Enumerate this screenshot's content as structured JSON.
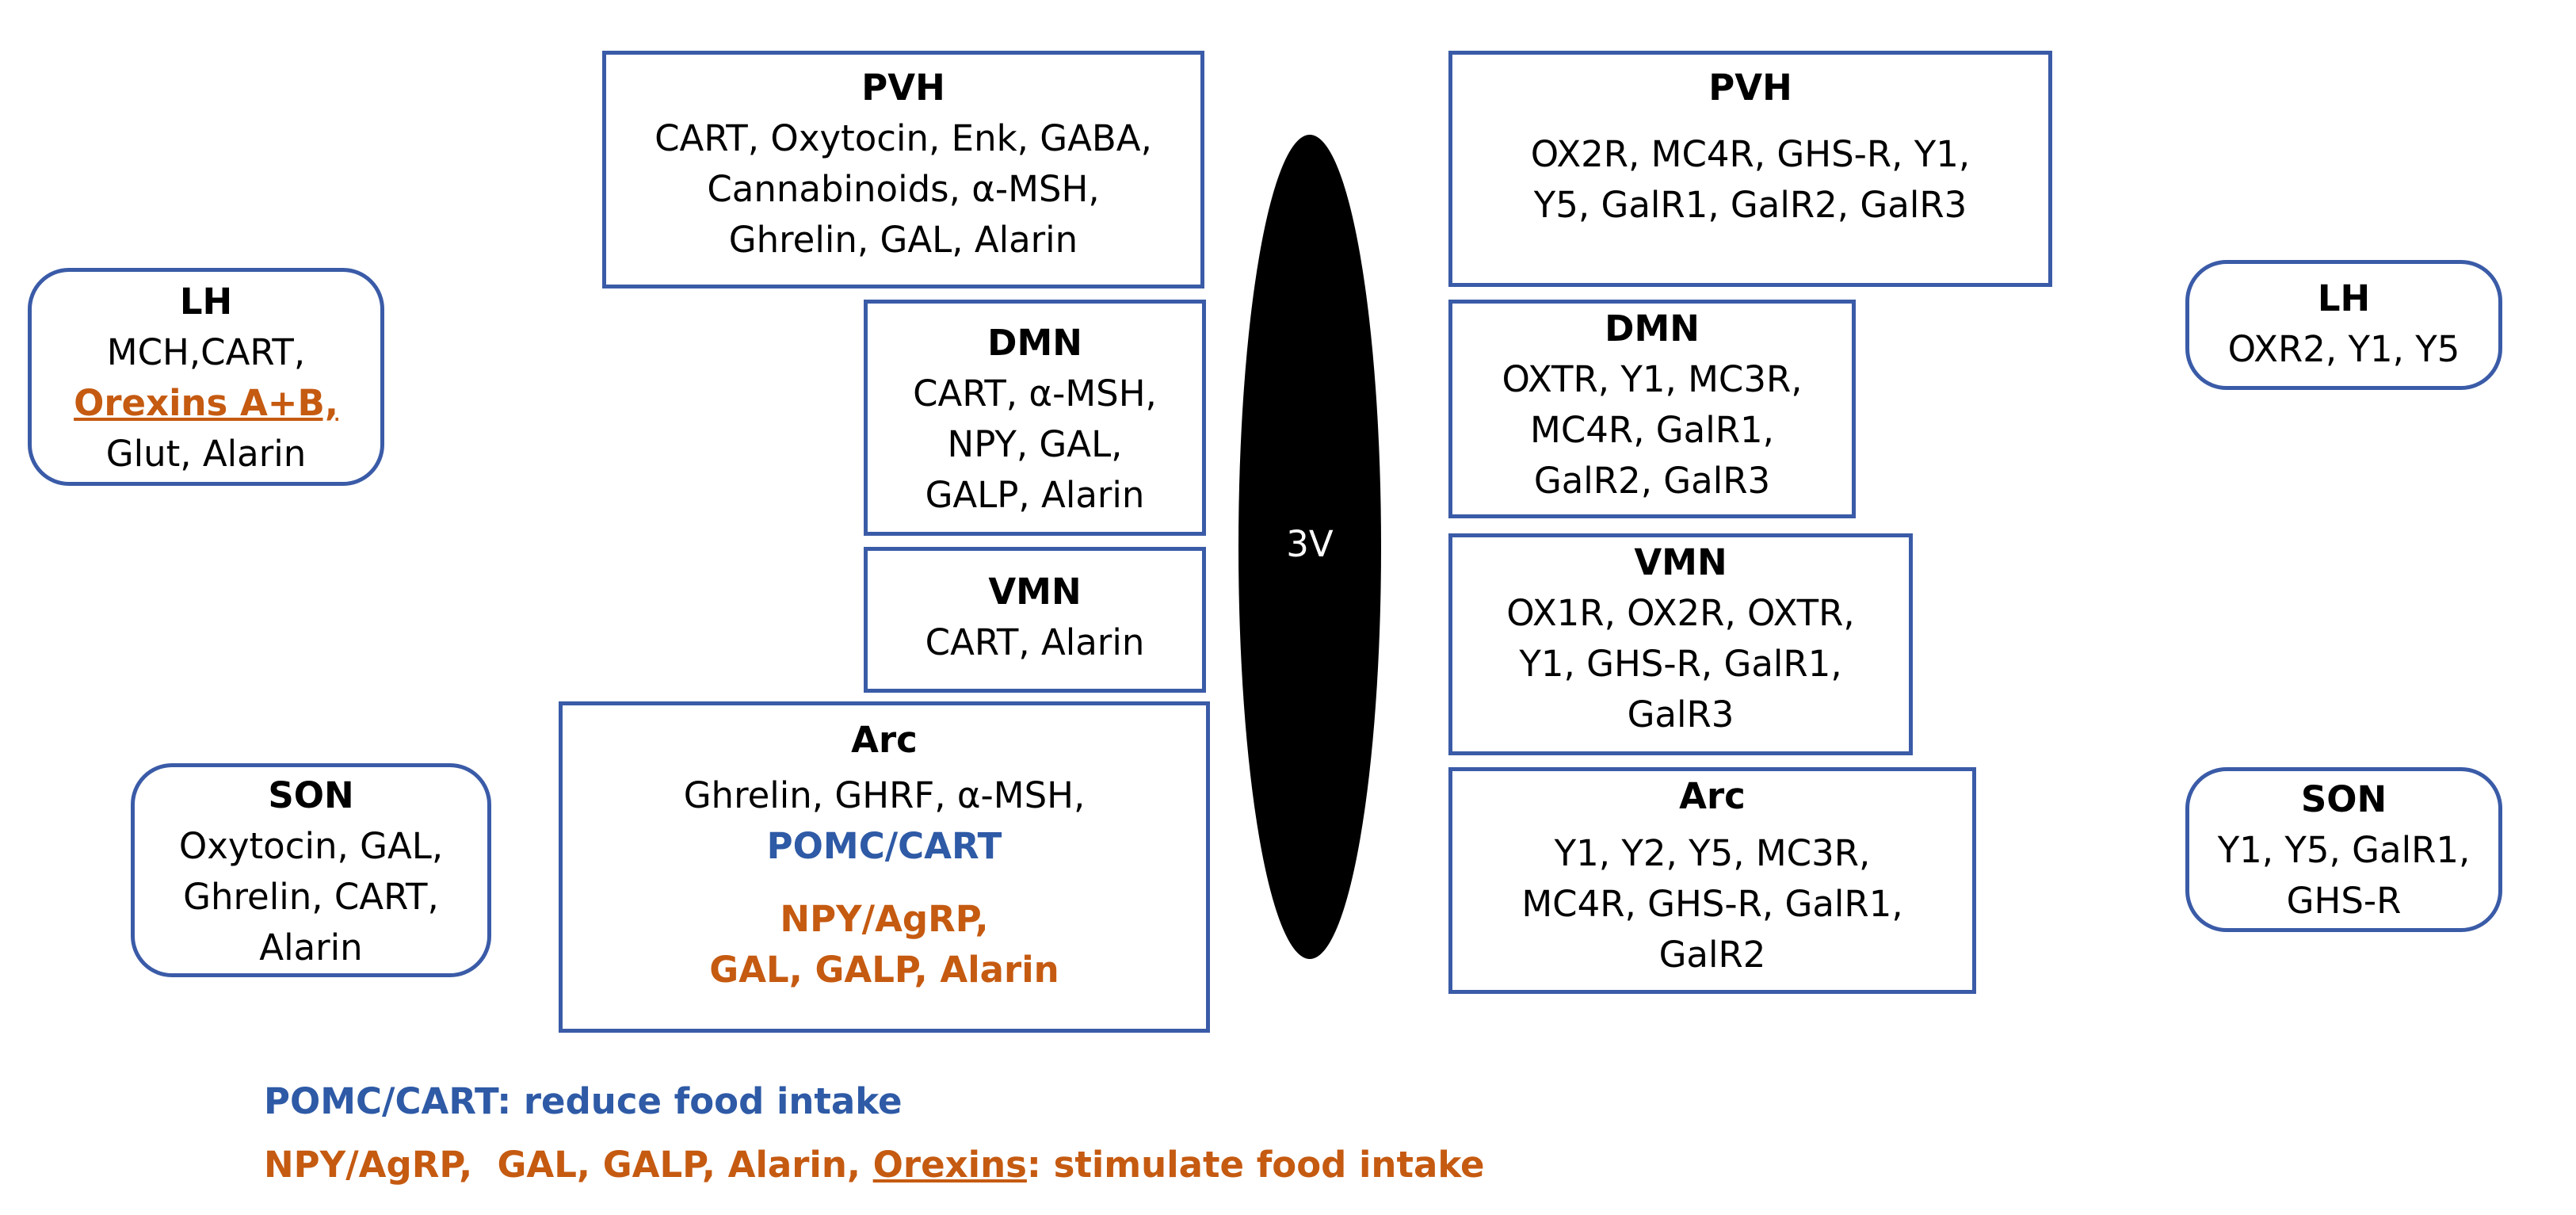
{
  "third_ventricle": {
    "label": "3V"
  },
  "left": {
    "pvh": {
      "title": "PVH",
      "lines": [
        "CART, Oxytocin, Enk, GABA,",
        "Cannabinoids, α-MSH,",
        "Ghrelin, GAL, Alarin"
      ]
    },
    "dmn": {
      "title": "DMN",
      "lines": [
        "CART, α-MSH,",
        "NPY, GAL,",
        "GALP, Alarin"
      ]
    },
    "vmn": {
      "title": "VMN",
      "lines": [
        "CART, Alarin"
      ]
    },
    "arc": {
      "title": "Arc",
      "line1": "Ghrelin, GHRF, α-MSH,",
      "blue_line": "POMC/CART",
      "orange_line1": "NPY/AgRP,",
      "orange_line2": "GAL, GALP, Alarin"
    },
    "lh": {
      "title": "LH",
      "line1": "MCH,CART,",
      "orange_line": "Orexins A+B,",
      "line3": "Glut, Alarin"
    },
    "son": {
      "title": "SON",
      "lines": [
        "Oxytocin, GAL,",
        "Ghrelin, CART,",
        "Alarin"
      ]
    }
  },
  "right": {
    "pvh": {
      "title": "PVH",
      "lines": [
        "OX2R, MC4R, GHS-R, Y1,",
        "Y5, GalR1, GalR2, GalR3"
      ]
    },
    "dmn": {
      "title": "DMN",
      "lines": [
        "OXTR, Y1, MC3R,",
        "MC4R,  GalR1,",
        "GalR2, GalR3"
      ]
    },
    "vmn": {
      "title": "VMN",
      "lines": [
        "OX1R, OX2R, OXTR,",
        "Y1, GHS-R, GalR1,",
        "GalR3"
      ]
    },
    "arc": {
      "title": "Arc",
      "lines": [
        "Y1, Y2, Y5, MC3R,",
        "MC4R, GHS-R, GalR1,",
        "GalR2"
      ]
    },
    "lh": {
      "title": "LH",
      "lines": [
        "OXR2, Y1, Y5"
      ]
    },
    "son": {
      "title": "SON",
      "lines": [
        "Y1, Y5, GalR1,",
        "GHS-R"
      ]
    }
  },
  "legend": {
    "blue_text": "POMC/CART: reduce food intake",
    "orange_prefix": "NPY/AgRP,  GAL, GALP, Alarin, ",
    "orange_underlined": "Orexins",
    "orange_suffix": ": stimulate food intake"
  },
  "colors": {
    "box_border": "#3a5ba7",
    "blue": "#2e5aa6",
    "orange": "#c55a11",
    "ventricle": "#000000"
  }
}
